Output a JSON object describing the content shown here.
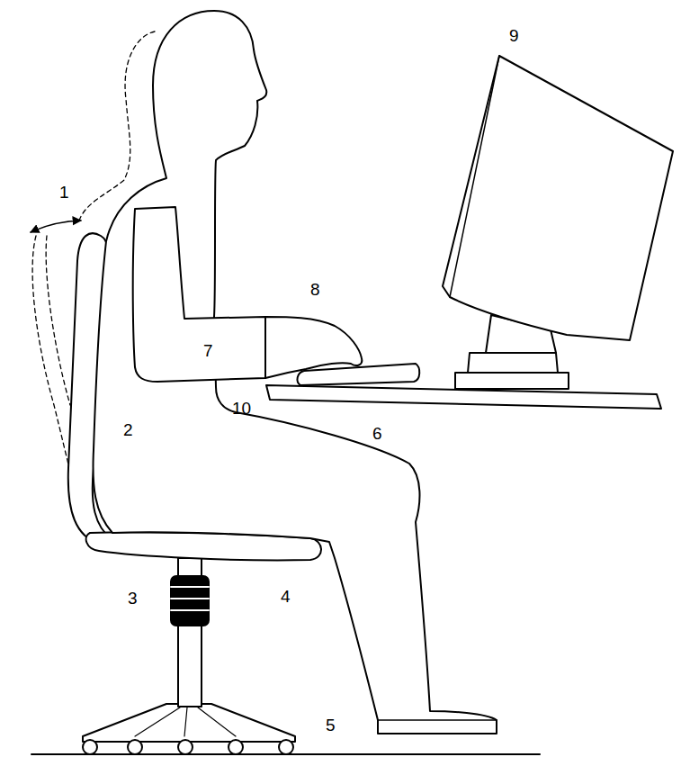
{
  "diagram": {
    "labels": [
      "1",
      "2",
      "3",
      "4",
      "5",
      "6",
      "7",
      "8",
      "9",
      "10"
    ]
  }
}
